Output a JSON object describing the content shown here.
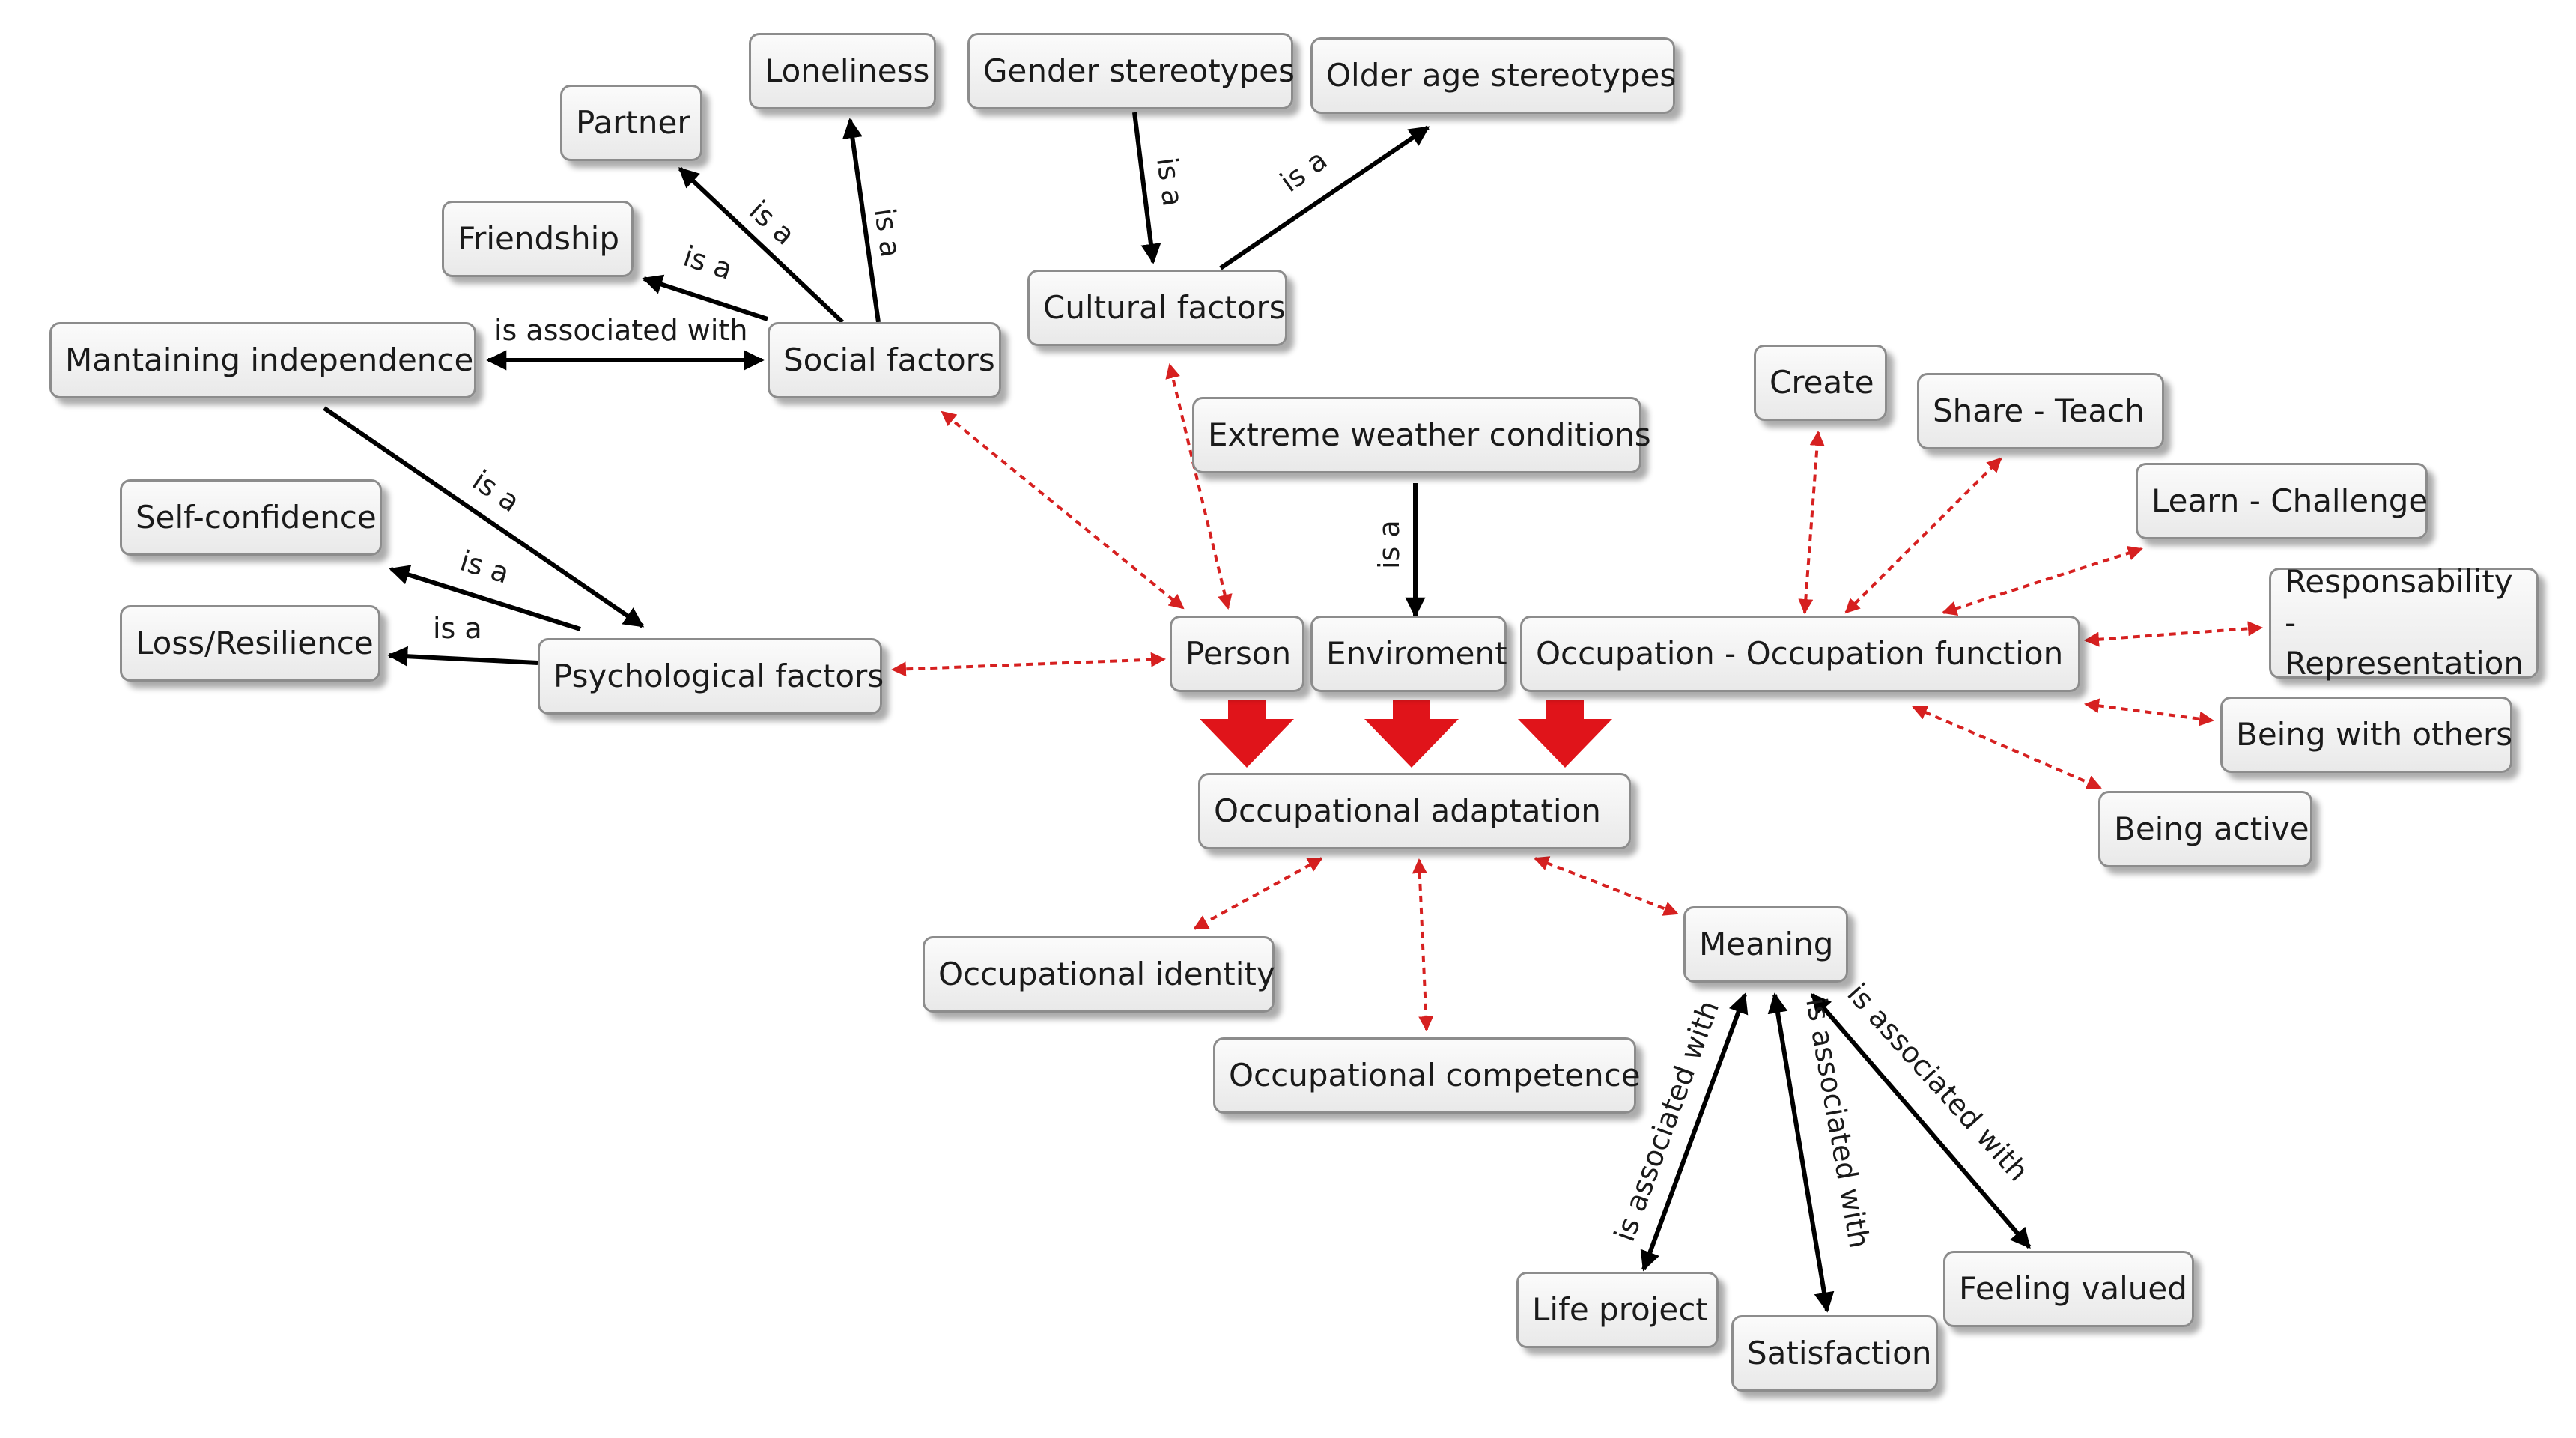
{
  "nodes": {
    "loneliness": "Loneliness",
    "gender_stereotypes": "Gender stereotypes",
    "older_age_stereotypes": "Older age stereotypes",
    "partner": "Partner",
    "friendship": "Friendship",
    "cultural_factors": "Cultural factors",
    "maintaining_independence": "Mantaining independence",
    "social_factors": "Social factors",
    "create": "Create",
    "share_teach": "Share - Teach",
    "extreme_weather": "Extreme weather conditions",
    "learn_challenge": "Learn - Challenge",
    "self_confidence": "Self-confidence",
    "responsability": "Responsability - Representation",
    "loss_resilience": "Loss/Resilience",
    "person": "Person",
    "enviroment": "Enviroment",
    "occupation": "Occupation - Occupation function",
    "psychological_factors": "Psychological factors",
    "being_with_others": "Being with others",
    "occupational_adaptation": "Occupational adaptation",
    "being_active": "Being active",
    "meaning": "Meaning",
    "occupational_identity": "Occupational identity",
    "occupational_competence": "Occupational competence",
    "life_project": "Life project",
    "satisfaction": "Satisfaction",
    "feeling_valued": "Feeling valued"
  },
  "link_labels": {
    "is_a": "is a",
    "is_associated_with": "is associated with"
  },
  "colors": {
    "solid_link": "#000000",
    "dashed_link": "#d62020",
    "big_arrow": "#e0141a"
  }
}
